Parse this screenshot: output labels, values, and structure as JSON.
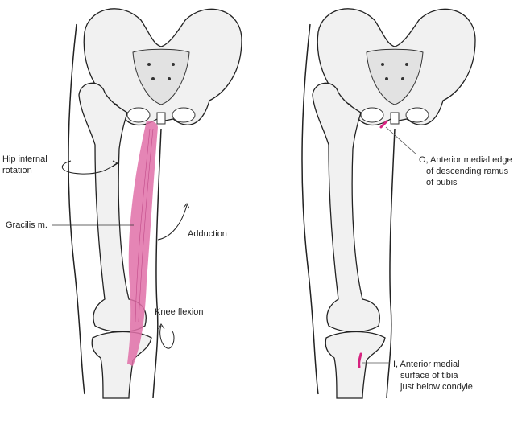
{
  "colors": {
    "muscle": "#e070a8",
    "attachment": "#d6227f",
    "bone_outline": "#222222",
    "bone_fill": "#f1f1f1"
  },
  "left_figure": {
    "labels": {
      "hip_internal_rotation": "Hip internal rotation",
      "gracilis": "Gracilis m.",
      "adduction": "Adduction",
      "knee_flexion": "Knee flexion"
    }
  },
  "right_figure": {
    "origin": {
      "line1": "O, Anterior medial edge",
      "line2": "of descending ramus",
      "line3": "of pubis"
    },
    "insertion": {
      "line1": "I, Anterior medial",
      "line2": "surface of tibia",
      "line3": "just below condyle"
    }
  }
}
